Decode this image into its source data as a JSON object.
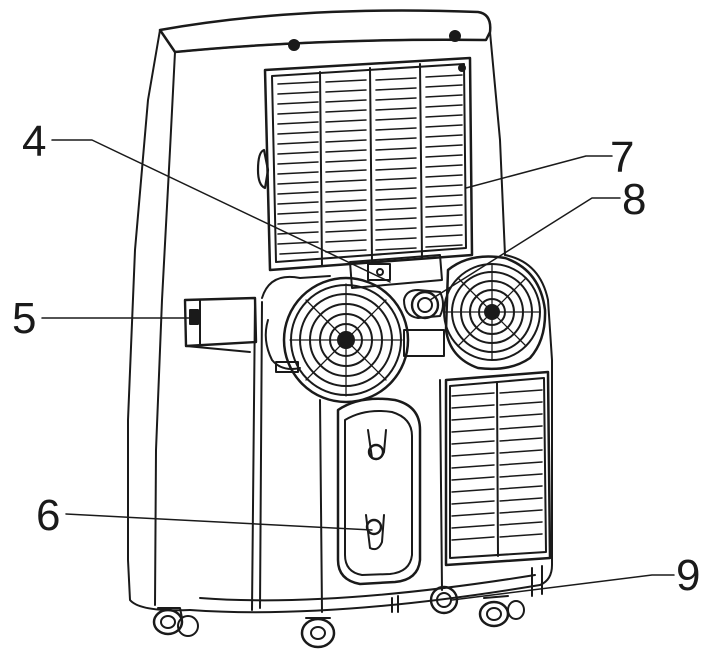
{
  "callouts": [
    {
      "number": "4"
    },
    {
      "number": "5"
    },
    {
      "number": "6"
    },
    {
      "number": "7"
    },
    {
      "number": "8"
    },
    {
      "number": "9"
    }
  ]
}
